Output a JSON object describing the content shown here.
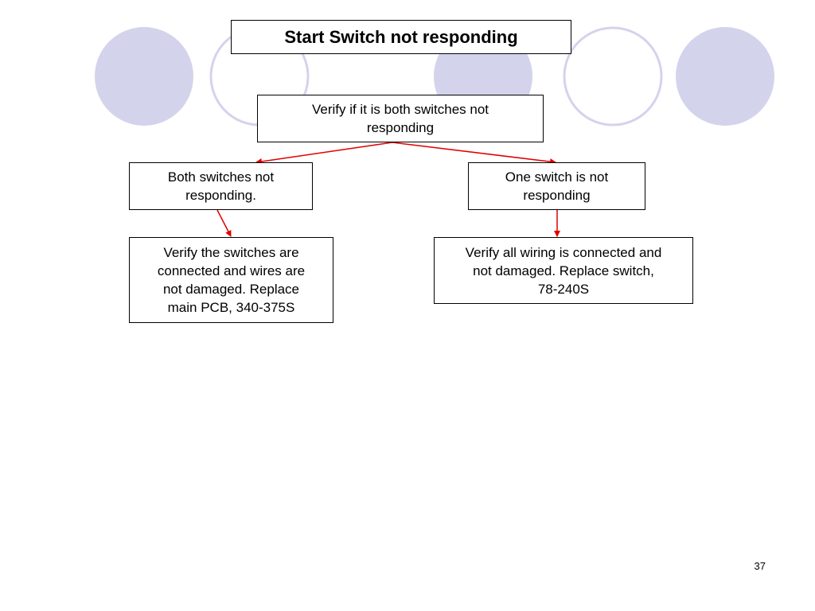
{
  "slide": {
    "title": "Start Switch not responding",
    "page_number": "37"
  },
  "nodes": {
    "verify": "Verify if it is both switches not\nresponding",
    "both": "Both switches not\nresponding.",
    "one": "One switch is not\nresponding",
    "action_both": "Verify the switches are\nconnected and wires are\nnot damaged.  Replace\nmain PCB, 340-375S",
    "action_one": "Verify all wiring is connected and\nnot damaged.  Replace switch,\n78-240S"
  },
  "colors": {
    "circle_fill": "#d4d3ec",
    "circle_outline": "#d4d3ec",
    "arrow": "#e00000"
  }
}
